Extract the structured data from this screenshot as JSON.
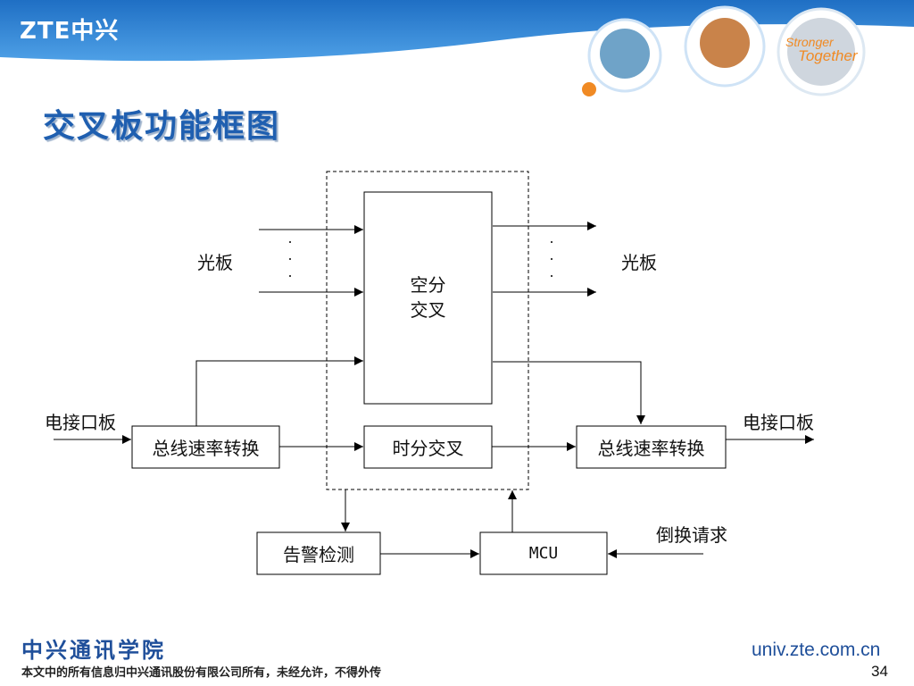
{
  "header": {
    "logo": "ZTE中兴",
    "slogan_line1": "Stronger",
    "slogan_line2": "Together"
  },
  "title": "交叉板功能框图",
  "diagram": {
    "left_optical_board": "光板",
    "right_optical_board": "光板",
    "space_switch_line1": "空分",
    "space_switch_line2": "交叉",
    "time_switch": "时分交叉",
    "left_electrical_board": "电接口板",
    "right_electrical_board": "电接口板",
    "left_bus_rate_converter": "总线速率转换",
    "right_bus_rate_converter": "总线速率转换",
    "alarm_detection": "告警检测",
    "mcu": "MCU",
    "switchover_request": "倒换请求"
  },
  "footer": {
    "school": "中兴通讯学院",
    "copyright_note": "本文中的所有信息归中兴通讯股份有限公司所有，未经允许，不得外传",
    "url": "univ.zte.com.cn",
    "page_number": "34"
  },
  "colors": {
    "header_blue": "#2b7fd0",
    "title_blue": "#1f5fb0",
    "accent_orange": "#f08a24"
  }
}
